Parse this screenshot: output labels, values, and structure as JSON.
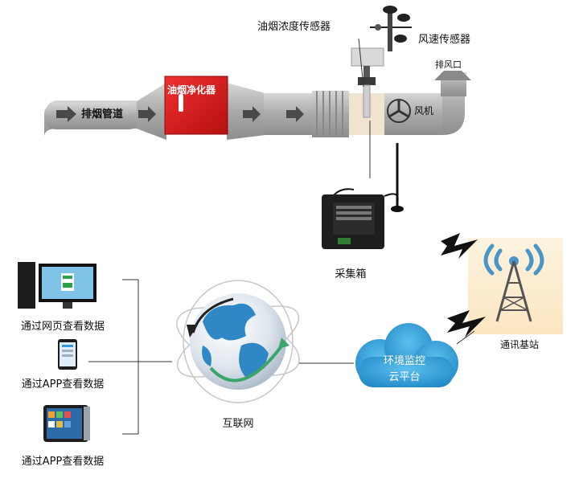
{
  "duct": {
    "pipe_label": "排烟管道",
    "purifier_label": "油烟净化器",
    "fan_label": "风机",
    "exhaust_label": "排风口"
  },
  "sensors": {
    "smoke_sensor_label": "油烟浓度传感器",
    "wind_sensor_label": "风速传感器"
  },
  "collector": {
    "label": "采集箱"
  },
  "base_station": {
    "label": "通讯基站"
  },
  "cloud": {
    "line1": "环境监控",
    "line2": "云平台"
  },
  "internet": {
    "label": "互联网"
  },
  "clients": [
    {
      "label": "通过网页查看数据"
    },
    {
      "label": "通过APP查看数据"
    },
    {
      "label": "通过APP查看数据"
    }
  ],
  "colors": {
    "pipe": "#b9b9b9",
    "purifier": "#e11b1b",
    "cloud": "#2e9fd6",
    "tower_glow": "#fdf3df"
  }
}
